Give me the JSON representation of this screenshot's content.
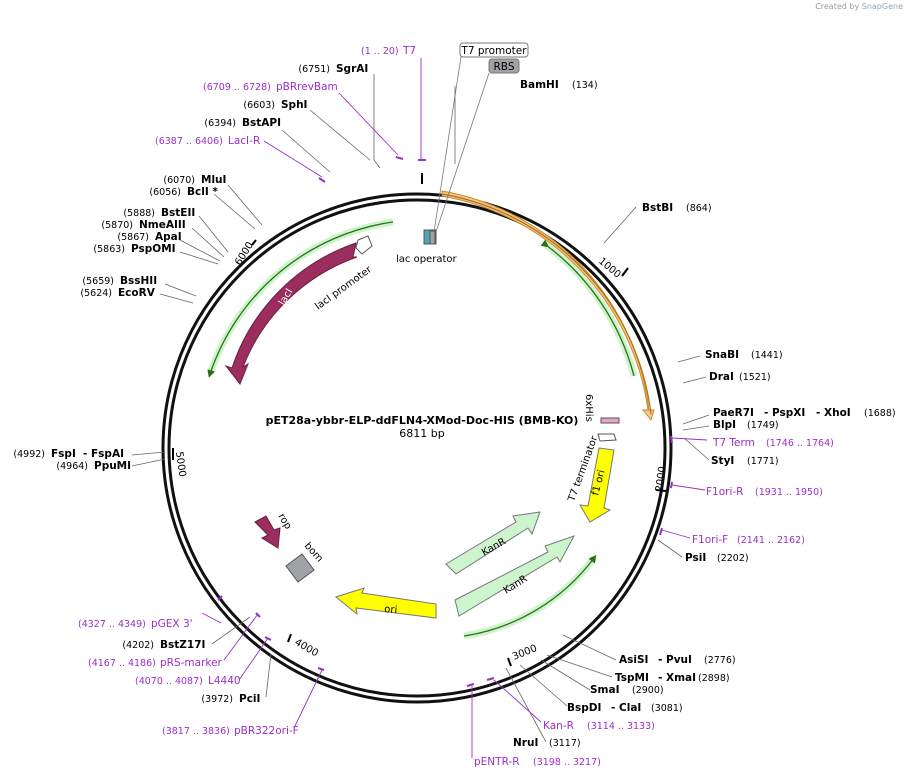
{
  "plasmid": {
    "name": "pET28a-ybbr-ELP-ddFLN4-XMod-Doc-HIS (BMB-KO)",
    "size": "6811 bp",
    "length": 6811
  },
  "watermark": {
    "prefix": "Created by",
    "brand": "SnapGene"
  },
  "colors": {
    "primer": "#9b2fc9",
    "laci": "#9b2d5f",
    "green_feature": "#cdf5cd",
    "orange_feature": "#f3c98c",
    "yellow_feature": "#ffff00",
    "grey_feature": "#a0a2a6",
    "backbone": "#000000"
  },
  "ticks": [
    "1000",
    "2000",
    "3000",
    "4000",
    "5000",
    "6000"
  ],
  "feature_labels": {
    "t7_promoter": "T7 promoter",
    "rbs": "RBS",
    "lac_operator": "lac operator",
    "laci_promoter": "lacI promoter",
    "laci": "lacI",
    "his6": "6xHis",
    "t7_terminator": "T7 terminator",
    "f1_ori": "f1 ori",
    "kanr_a": "KanR",
    "kanr_b": "KanR",
    "ori": "ori",
    "rop": "rop",
    "bom": "bom"
  },
  "sites": {
    "sgrai": {
      "name": "SgrAI",
      "pos": "(6751)"
    },
    "sphi": {
      "name": "SphI",
      "pos": "(6603)"
    },
    "bstapi": {
      "name": "BstAPI",
      "pos": "(6394)"
    },
    "mlui": {
      "name": "MluI",
      "pos": "(6070)"
    },
    "bcli": {
      "name": "BclI *",
      "pos": "(6056)"
    },
    "bsteii": {
      "name": "BstEII",
      "pos": "(5888)"
    },
    "nmeaiii": {
      "name": "NmeAIII",
      "pos": "(5870)"
    },
    "apai": {
      "name": "ApaI",
      "pos": "(5867)"
    },
    "pspomi": {
      "name": "PspOMI",
      "pos": "(5863)"
    },
    "bsshii": {
      "name": "BssHII",
      "pos": "(5659)"
    },
    "ecorv": {
      "name": "EcoRV",
      "pos": "(5624)"
    },
    "fspi": {
      "name": "FspI",
      "name2": "- FspAI",
      "pos": "(4992)"
    },
    "ppumi": {
      "name": "PpuMI",
      "pos": "(4964)"
    },
    "bstz17i": {
      "name": "BstZ17I",
      "pos": "(4202)"
    },
    "pcii": {
      "name": "PciI",
      "pos": "(3972)"
    },
    "bamhi": {
      "name": "BamHI",
      "pos": "(134)"
    },
    "bstbi": {
      "name": "BstBI",
      "pos": "(864)"
    },
    "snabi": {
      "name": "SnaBI",
      "pos": "(1441)"
    },
    "drai": {
      "name": "DraI",
      "pos": "(1521)"
    },
    "paer7i": {
      "name": "PaeR7I",
      "name2": "- PspXI",
      "name3": "- XhoI",
      "pos": "(1688)"
    },
    "blpi": {
      "name": "BlpI",
      "pos": "(1749)"
    },
    "styi": {
      "name": "StyI",
      "pos": "(1771)"
    },
    "psii": {
      "name": "PsiI",
      "pos": "(2202)"
    },
    "asisi": {
      "name": "AsiSI",
      "name2": "- PvuI",
      "pos": "(2776)"
    },
    "tspmi": {
      "name": "TspMI",
      "name2": "- XmaI",
      "pos": "(2898)"
    },
    "smai": {
      "name": "SmaI",
      "pos": "(2900)"
    },
    "bspdi": {
      "name": "BspDI",
      "name2": "- ClaI",
      "pos": "(3081)"
    },
    "nrui": {
      "name": "NruI",
      "pos": "(3117)"
    }
  },
  "primers": {
    "t7": {
      "name": "T7",
      "pos": "(1 .. 20)"
    },
    "pbrrevbam": {
      "name": "pBRrevBam",
      "pos": "(6709 .. 6728)"
    },
    "laci_r": {
      "name": "LacI-R",
      "pos": "(6387 .. 6406)"
    },
    "t7_term": {
      "name": "T7 Term",
      "pos": "(1746 .. 1764)"
    },
    "f1ori_r": {
      "name": "F1ori-R",
      "pos": "(1931 .. 1950)"
    },
    "f1ori_f": {
      "name": "F1ori-F",
      "pos": "(2141 .. 2162)"
    },
    "kan_r": {
      "name": "Kan-R",
      "pos": "(3114 .. 3133)"
    },
    "pentr_r": {
      "name": "pENTR-R",
      "pos": "(3198 .. 3217)"
    },
    "pgex3": {
      "name": "pGEX 3'",
      "pos": "(4327 .. 4349)"
    },
    "prs_marker": {
      "name": "pRS-marker",
      "pos": "(4167 .. 4186)"
    },
    "l4440": {
      "name": "L4440",
      "pos": "(4070 .. 4087)"
    },
    "pbr322ori_f": {
      "name": "pBR322ori-F",
      "pos": "(3817 .. 3836)"
    }
  }
}
